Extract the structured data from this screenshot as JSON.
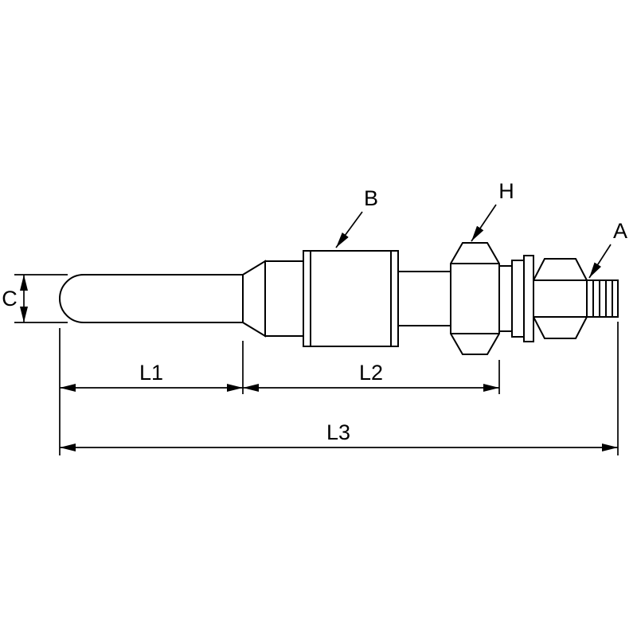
{
  "drawing": {
    "part_labels": {
      "body": "B",
      "hex_nut": "H",
      "thread": "A"
    },
    "dimensions": {
      "tip_diameter": "C",
      "l1": "L1",
      "l2": "L2",
      "l3": "L3"
    },
    "colors": {
      "line": "#000000",
      "background": "#ffffff"
    }
  }
}
